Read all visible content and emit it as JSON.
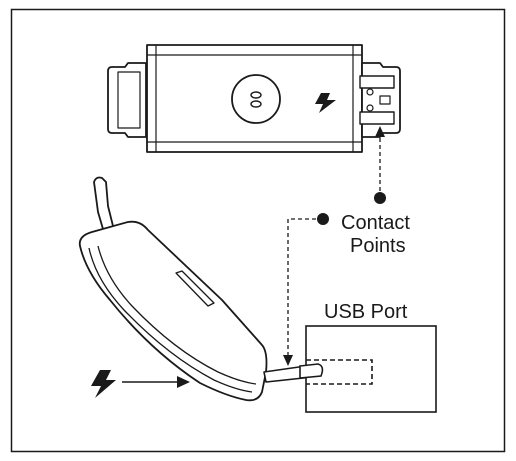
{
  "labels": {
    "contact_line1": "Contact",
    "contact_line2": "Points",
    "usb_port": "USB Port"
  },
  "colors": {
    "stroke": "#1a1a1a",
    "fill": "#ffffff"
  },
  "icons": [
    "lightning-bolt-icon",
    "charge-arrow-icon",
    "contact-point-marker-icon"
  ]
}
